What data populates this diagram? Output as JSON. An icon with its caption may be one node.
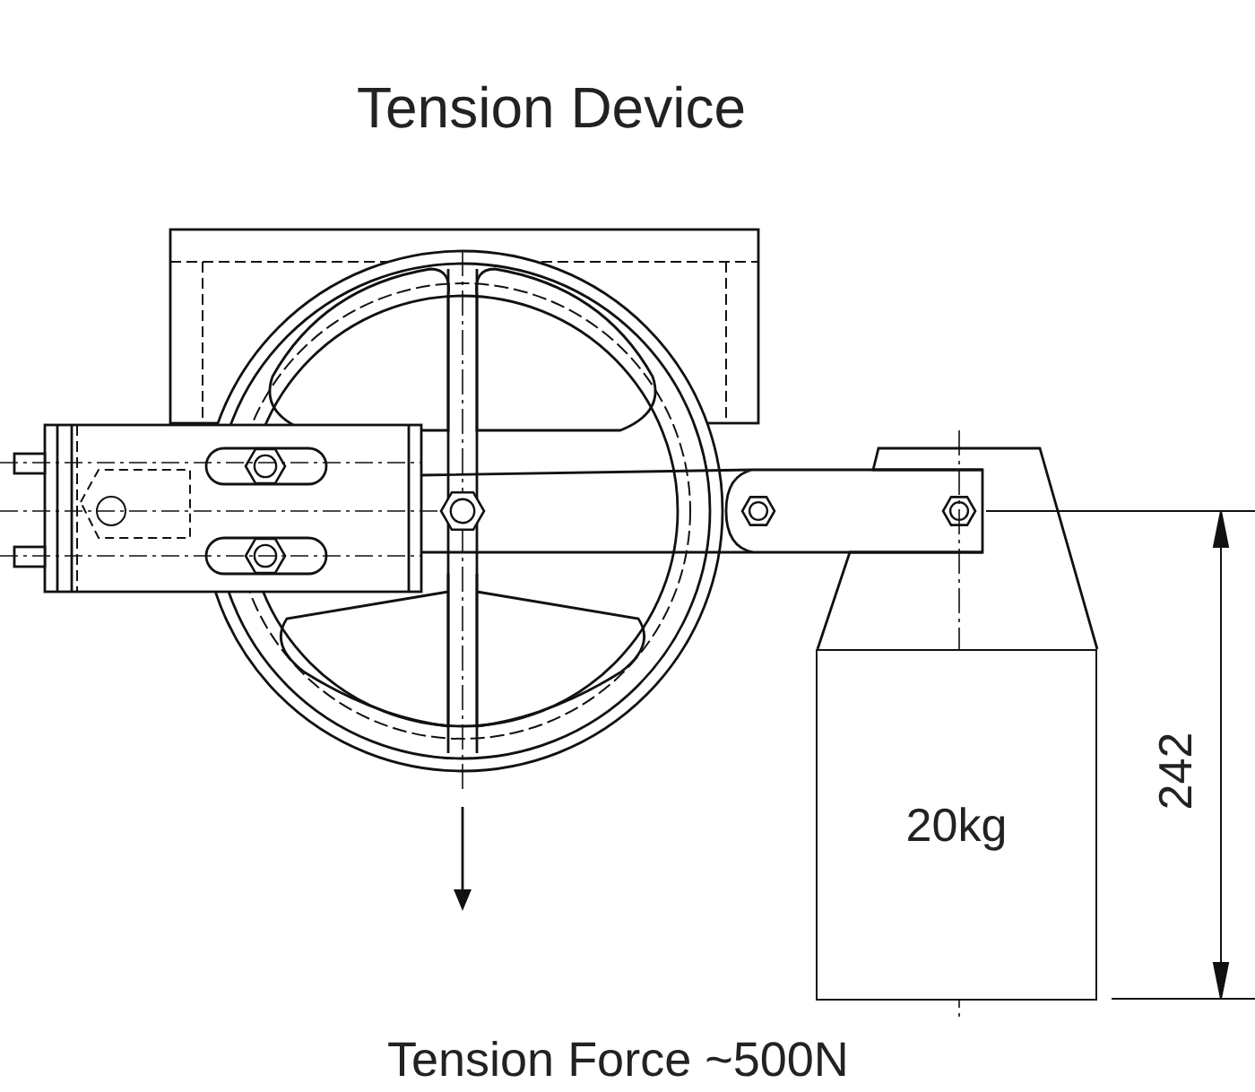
{
  "diagram": {
    "title": "Tension Device",
    "caption": "Tension Force ~500N",
    "nodes": [
      {
        "text": [
          "20kg"
        ]
      }
    ],
    "labels": [
      "242"
    ]
  }
}
